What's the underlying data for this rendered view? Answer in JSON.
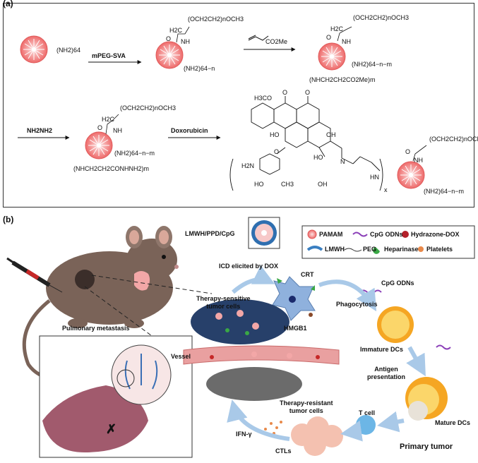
{
  "panel_a": {
    "label": "(a)",
    "groups": {
      "nh2_64": "(NH2)64",
      "nh2_64_n": "(NH2)64−n",
      "nh2_64_nm": "(NH2)64−n−m",
      "peg_chain": "(OCH2CH2)nOCH3",
      "h2c": "H2C",
      "nh": "NH",
      "o": "O",
      "ester_side": "(NHCH2CH2CO2Me)m",
      "hydrazide_side": "(NHCH2CH2CONHNH2)m",
      "co2me": "CO2Me",
      "och3_dox": "H3CO",
      "ho": "HO",
      "oh": "OH",
      "o_atom": "O",
      "h2n": "H2N",
      "ch3": "CH3",
      "hn": "HN",
      "nn": "N",
      "x_sub": "x"
    },
    "reagents": {
      "step1": "mPEG-SVA",
      "step3": "NH2NH2",
      "step4": "Doxorubicin"
    }
  },
  "panel_b": {
    "label": "(b)",
    "mouse_label": "LMWH/PPD/CpG",
    "metastasis_label": "Pulmonary metastasis",
    "legend": {
      "pamam": "PAMAM",
      "cpg": "CpG ODNs",
      "hydrazone": "Hydrazone-DOX",
      "lmwh": "LMWH",
      "peg": "PEG",
      "heparinase": "Heparinase",
      "platelets": "Platelets"
    },
    "labels": {
      "icd": "ICD elicited by DOX",
      "crt": "CRT",
      "hmgb1": "HMGB1",
      "cpg_odns": "CpG ODNs",
      "phagocytosis": "Phagocytosis",
      "sensitive": "Therapy-sensitive\ntumor cells",
      "vessel": "Vessel",
      "immature": "Immature DCs",
      "antigen": "Antigen\npresentation",
      "resistant": "Therapy-resistant\ntumor cells",
      "tcell": "T cell",
      "mature": "Mature DCs",
      "ifn": "IFN-γ",
      "ctls": "CTLs",
      "primary": "Primary tumor"
    },
    "colors": {
      "pamam": "#f26c6c",
      "lmwh": "#3a7fc1",
      "cpg": "#8b3fb8",
      "dox": "#b3202a",
      "heparinase": "#3aa845",
      "platelet": "#e8894a",
      "tumor_sensitive": "#27406a",
      "tumor_resistant": "#6b6b6b",
      "vessel": "#e9a0a0",
      "dc": "#f5a623",
      "ctl": "#f4c1b0",
      "tcell": "#6cb6e6",
      "arrow": "#a9c9e8"
    }
  }
}
